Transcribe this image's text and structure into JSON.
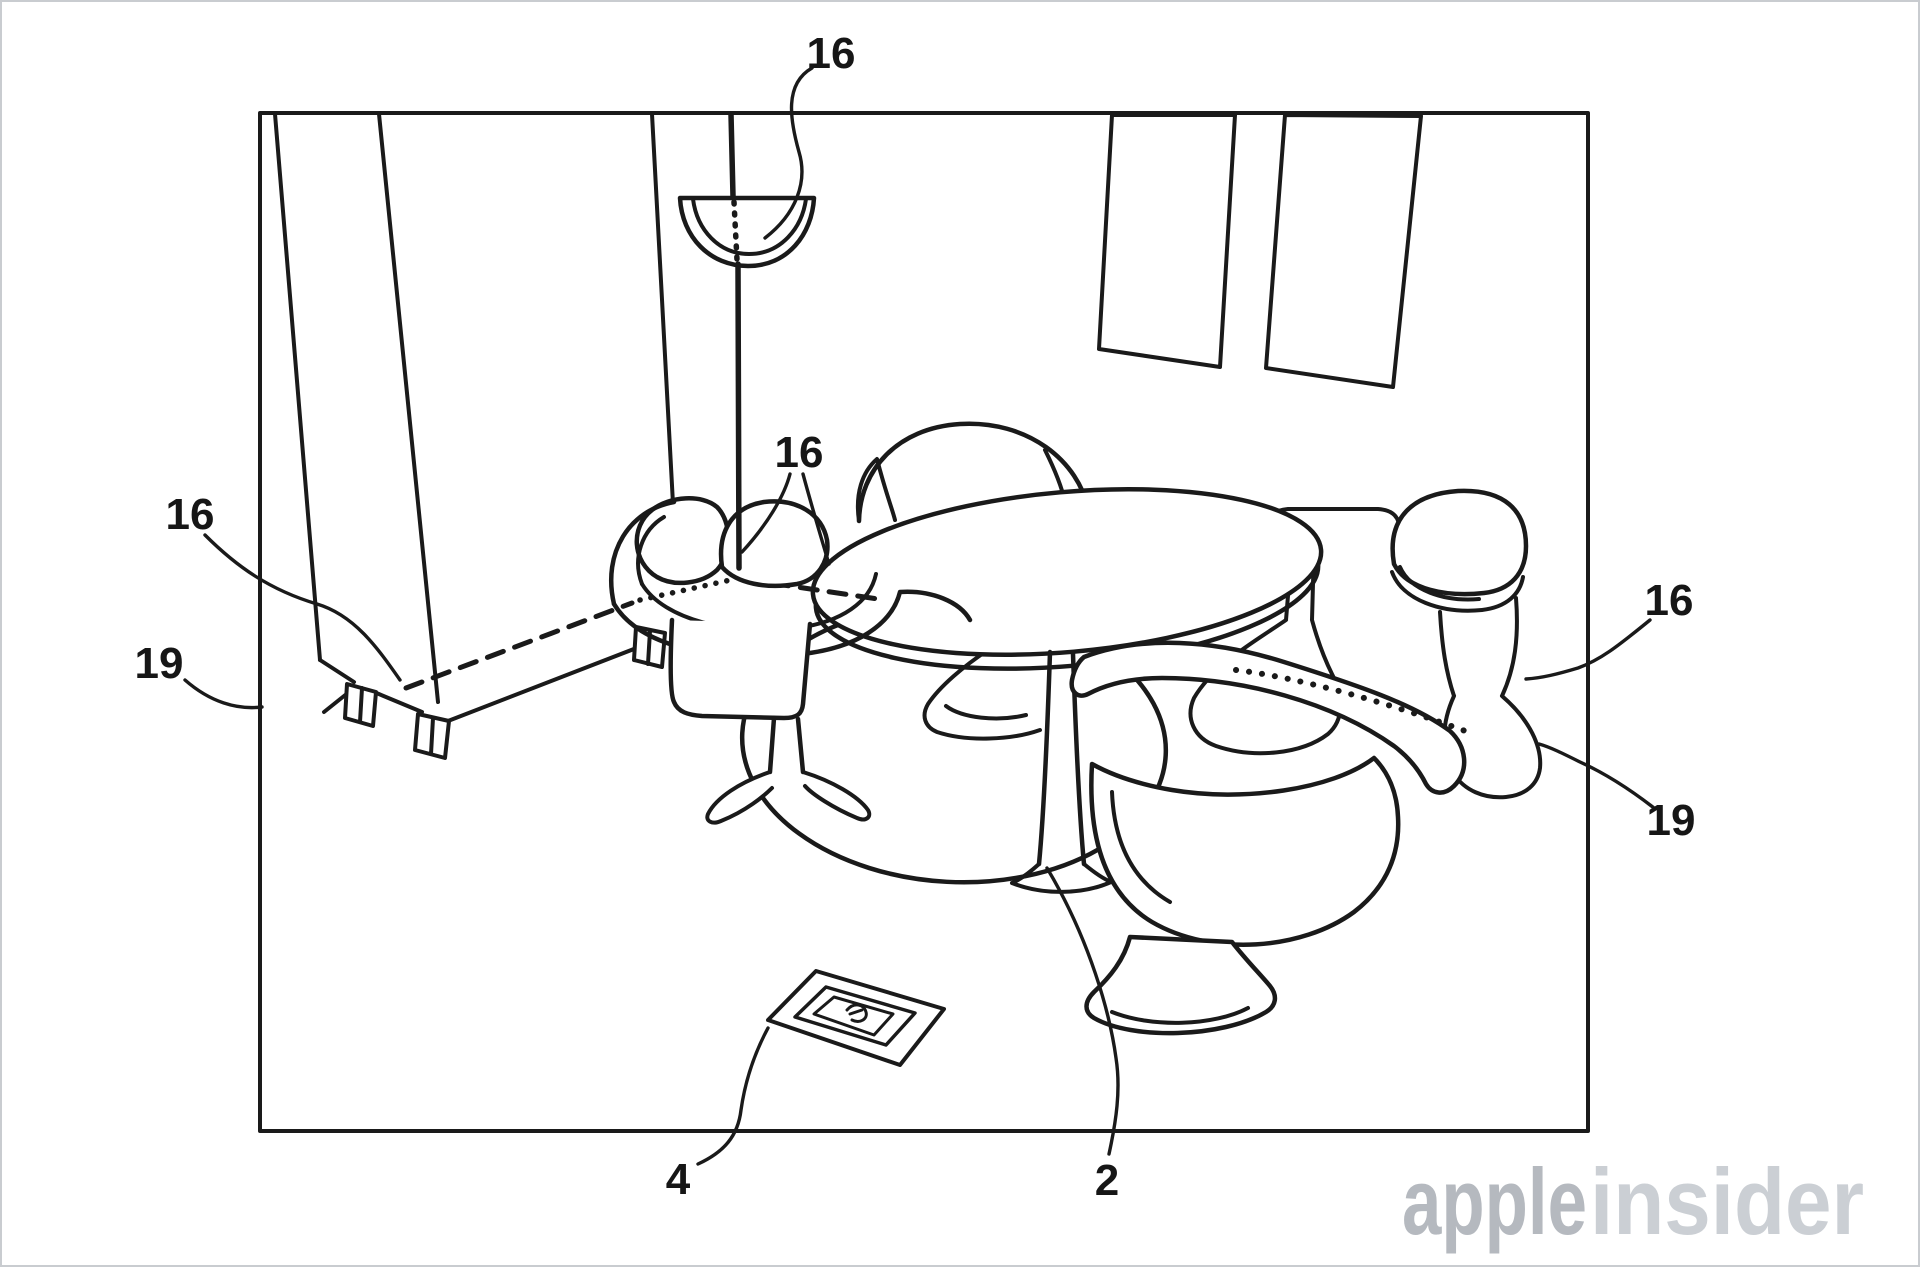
{
  "page": {
    "background": "#ffffff",
    "frame_color": "#c9ccd0"
  },
  "figure": {
    "description": "Patent-style line drawing of a room containing a tall cabinet, a hanging dome lamp, two wall panels, an oval pedestal table surrounded by four tulip chairs, a round floor disc under the table and a small fiducial tag lying on the floor; dashed and dotted beam lines cross the scene",
    "ink_color": "#1a1a1a",
    "labels": [
      {
        "text": "16",
        "position": "top",
        "points_to": "hanging dome lamp"
      },
      {
        "text": "16",
        "position": "left",
        "points_to": "dashed beam at cabinet base"
      },
      {
        "text": "19",
        "position": "left",
        "points_to": "room boundary at left wall"
      },
      {
        "text": "16",
        "position": "center",
        "points_to": "dashed beam crossing at table"
      },
      {
        "text": "16",
        "position": "right",
        "points_to": "dotted beam on right chair"
      },
      {
        "text": "19",
        "position": "right",
        "points_to": "dotted beam end at right chair"
      },
      {
        "text": "4",
        "position": "bottom-left",
        "points_to": "fiducial tag on floor"
      },
      {
        "text": "2",
        "position": "bottom-center",
        "points_to": "floor disc under table"
      }
    ]
  },
  "watermark": {
    "part1": "apple",
    "part2": "insider",
    "color1": "#b5b9bf",
    "color2": "#cbcfd4"
  }
}
